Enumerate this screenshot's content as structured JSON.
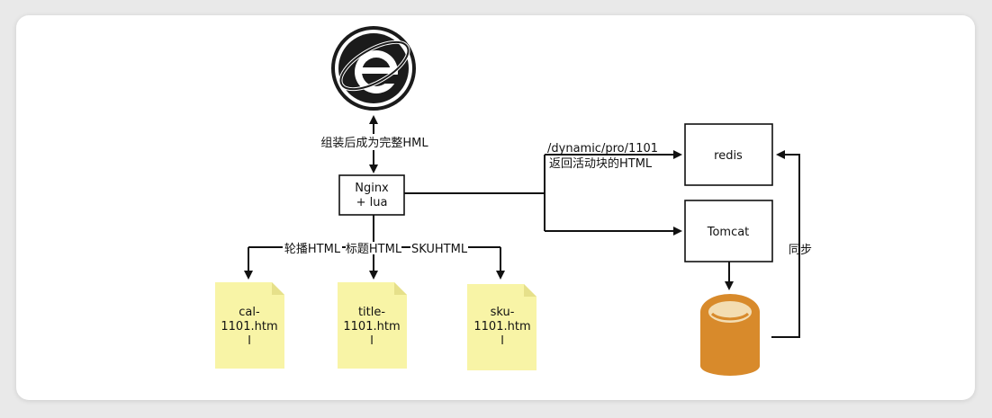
{
  "nodes": {
    "nginx": {
      "line1": "Nginx",
      "line2": "+ lua"
    },
    "redis": {
      "label": "redis"
    },
    "tomcat": {
      "label": "Tomcat"
    },
    "file_cal": {
      "line1": "cal-",
      "line2": "1101.htm",
      "line3": "l"
    },
    "file_title": {
      "line1": "title-",
      "line2": "1101.htm",
      "line3": "l"
    },
    "file_sku": {
      "line1": "sku-",
      "line2": "1101.htm",
      "line3": "l"
    }
  },
  "edges": {
    "browser_nginx": "组装后成为完整HML",
    "to_cal": "轮播HTML",
    "to_title": "标题HTML",
    "to_sku": "SKUHTML",
    "to_redis_line1": "/dynamic/pro/1101",
    "to_redis_line2": "返回活动块的HTML",
    "sync": "同步"
  },
  "colors": {
    "file_fill": "#f8f4a6",
    "file_fold": "#e6e08a",
    "db_fill": "#d88a2b",
    "db_top": "#f3ddb2",
    "browser_icon": "#1b1b1b"
  },
  "icons": {
    "browser": "internet-explorer-icon",
    "database": "database-cylinder-icon"
  }
}
